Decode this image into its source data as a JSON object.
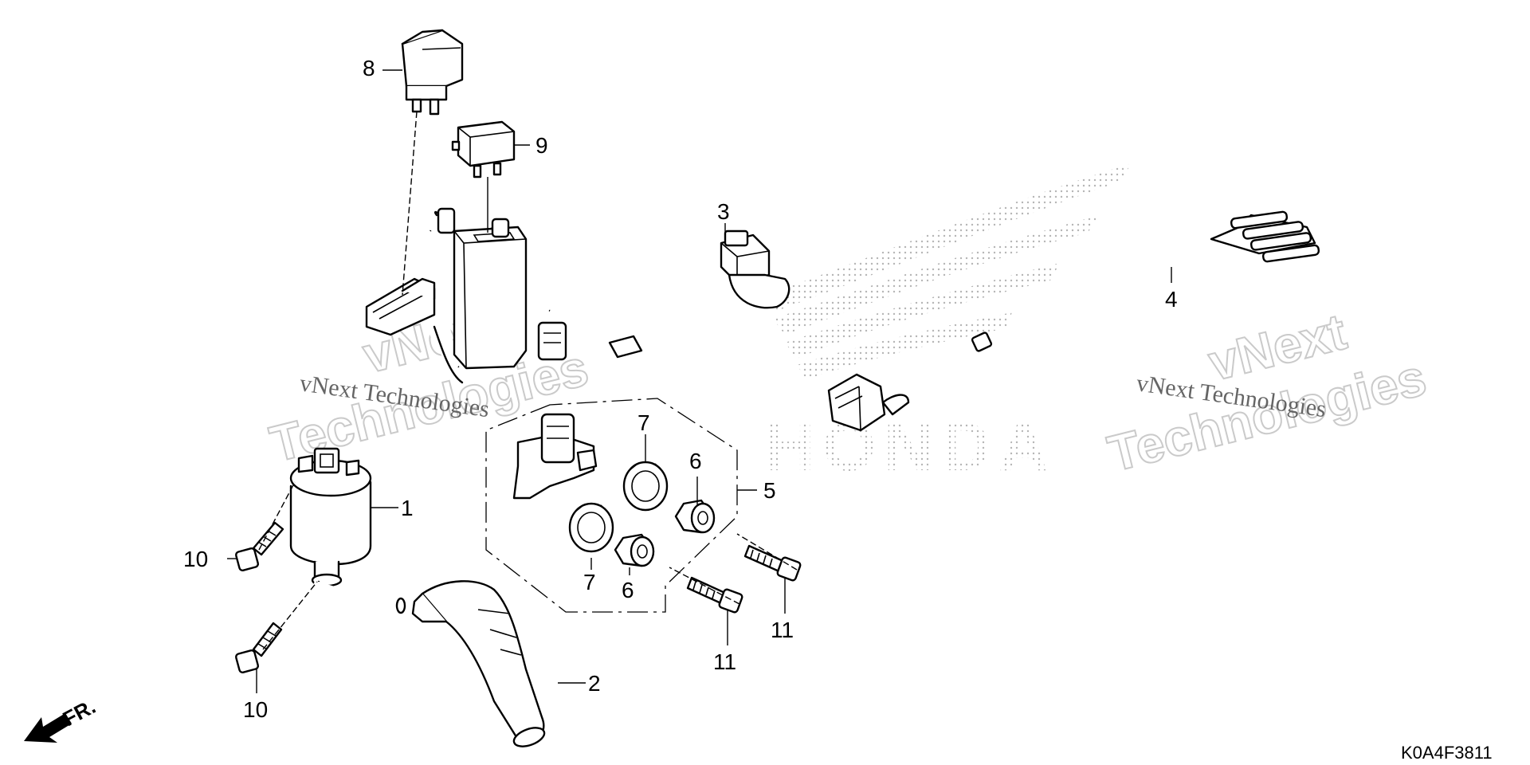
{
  "callouts": [
    {
      "label": "1"
    },
    {
      "label": "2"
    },
    {
      "label": "3"
    },
    {
      "label": "4"
    },
    {
      "label": "5"
    },
    {
      "label": "6"
    },
    {
      "label": "6"
    },
    {
      "label": "7"
    },
    {
      "label": "7"
    },
    {
      "label": "8"
    },
    {
      "label": "9"
    },
    {
      "label": "10"
    },
    {
      "label": "10"
    },
    {
      "label": "11"
    },
    {
      "label": "11"
    }
  ],
  "watermark": {
    "line": "vNext Technologies",
    "big_top": "vNext",
    "big_bottom": "Technologies",
    "logo_text": "HONDA"
  },
  "direction_label": "FR.",
  "diagram_code": "K0A4F3811"
}
